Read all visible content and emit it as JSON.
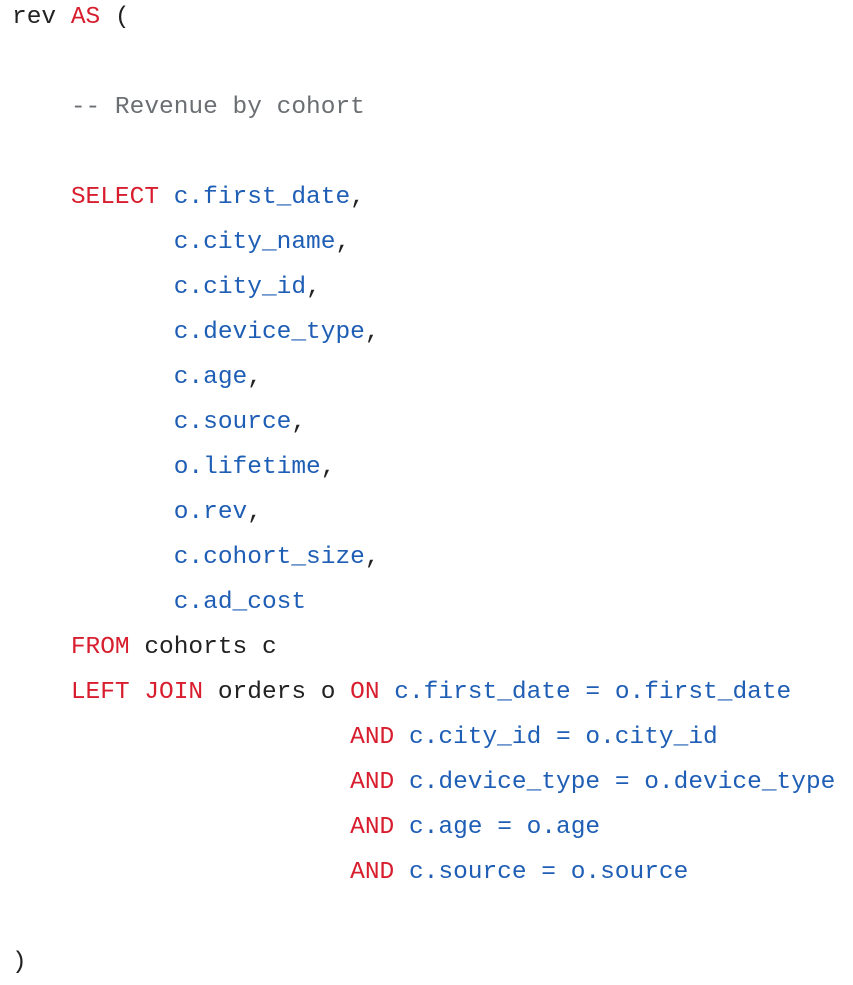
{
  "code": {
    "language": "sql",
    "lines": [
      [
        [
          "tx",
          "rev "
        ],
        [
          "kw",
          "AS"
        ],
        [
          "tx",
          " ("
        ]
      ],
      [],
      [
        [
          "tx",
          "    "
        ],
        [
          "cm",
          "-- Revenue by cohort"
        ]
      ],
      [],
      [
        [
          "tx",
          "    "
        ],
        [
          "kw",
          "SELECT"
        ],
        [
          "tx",
          " "
        ],
        [
          "id",
          "c.first_date"
        ],
        [
          "tx",
          ","
        ]
      ],
      [
        [
          "tx",
          "           "
        ],
        [
          "id",
          "c.city_name"
        ],
        [
          "tx",
          ","
        ]
      ],
      [
        [
          "tx",
          "           "
        ],
        [
          "id",
          "c.city_id"
        ],
        [
          "tx",
          ","
        ]
      ],
      [
        [
          "tx",
          "           "
        ],
        [
          "id",
          "c.device_type"
        ],
        [
          "tx",
          ","
        ]
      ],
      [
        [
          "tx",
          "           "
        ],
        [
          "id",
          "c.age"
        ],
        [
          "tx",
          ","
        ]
      ],
      [
        [
          "tx",
          "           "
        ],
        [
          "id",
          "c.source"
        ],
        [
          "tx",
          ","
        ]
      ],
      [
        [
          "tx",
          "           "
        ],
        [
          "id",
          "o.lifetime"
        ],
        [
          "tx",
          ","
        ]
      ],
      [
        [
          "tx",
          "           "
        ],
        [
          "id",
          "o.rev"
        ],
        [
          "tx",
          ","
        ]
      ],
      [
        [
          "tx",
          "           "
        ],
        [
          "id",
          "c.cohort_size"
        ],
        [
          "tx",
          ","
        ]
      ],
      [
        [
          "tx",
          "           "
        ],
        [
          "id",
          "c.ad_cost"
        ]
      ],
      [
        [
          "tx",
          "    "
        ],
        [
          "kw",
          "FROM"
        ],
        [
          "tx",
          " cohorts c"
        ]
      ],
      [
        [
          "tx",
          "    "
        ],
        [
          "kw",
          "LEFT JOIN"
        ],
        [
          "tx",
          " orders o "
        ],
        [
          "kw",
          "ON"
        ],
        [
          "tx",
          " "
        ],
        [
          "id",
          "c.first_date"
        ],
        [
          "tx",
          " "
        ],
        [
          "op",
          "="
        ],
        [
          "tx",
          " "
        ],
        [
          "id",
          "o.first_date"
        ]
      ],
      [
        [
          "tx",
          "                       "
        ],
        [
          "kw",
          "AND"
        ],
        [
          "tx",
          " "
        ],
        [
          "id",
          "c.city_id"
        ],
        [
          "tx",
          " "
        ],
        [
          "op",
          "="
        ],
        [
          "tx",
          " "
        ],
        [
          "id",
          "o.city_id"
        ]
      ],
      [
        [
          "tx",
          "                       "
        ],
        [
          "kw",
          "AND"
        ],
        [
          "tx",
          " "
        ],
        [
          "id",
          "c.device_type"
        ],
        [
          "tx",
          " "
        ],
        [
          "op",
          "="
        ],
        [
          "tx",
          " "
        ],
        [
          "id",
          "o.device_type"
        ]
      ],
      [
        [
          "tx",
          "                       "
        ],
        [
          "kw",
          "AND"
        ],
        [
          "tx",
          " "
        ],
        [
          "id",
          "c.age"
        ],
        [
          "tx",
          " "
        ],
        [
          "op",
          "="
        ],
        [
          "tx",
          " "
        ],
        [
          "id",
          "o.age"
        ]
      ],
      [
        [
          "tx",
          "                       "
        ],
        [
          "kw",
          "AND"
        ],
        [
          "tx",
          " "
        ],
        [
          "id",
          "c.source"
        ],
        [
          "tx",
          " "
        ],
        [
          "op",
          "="
        ],
        [
          "tx",
          " "
        ],
        [
          "id",
          "o.source"
        ]
      ],
      [],
      [
        [
          "tx",
          ")"
        ]
      ]
    ]
  }
}
